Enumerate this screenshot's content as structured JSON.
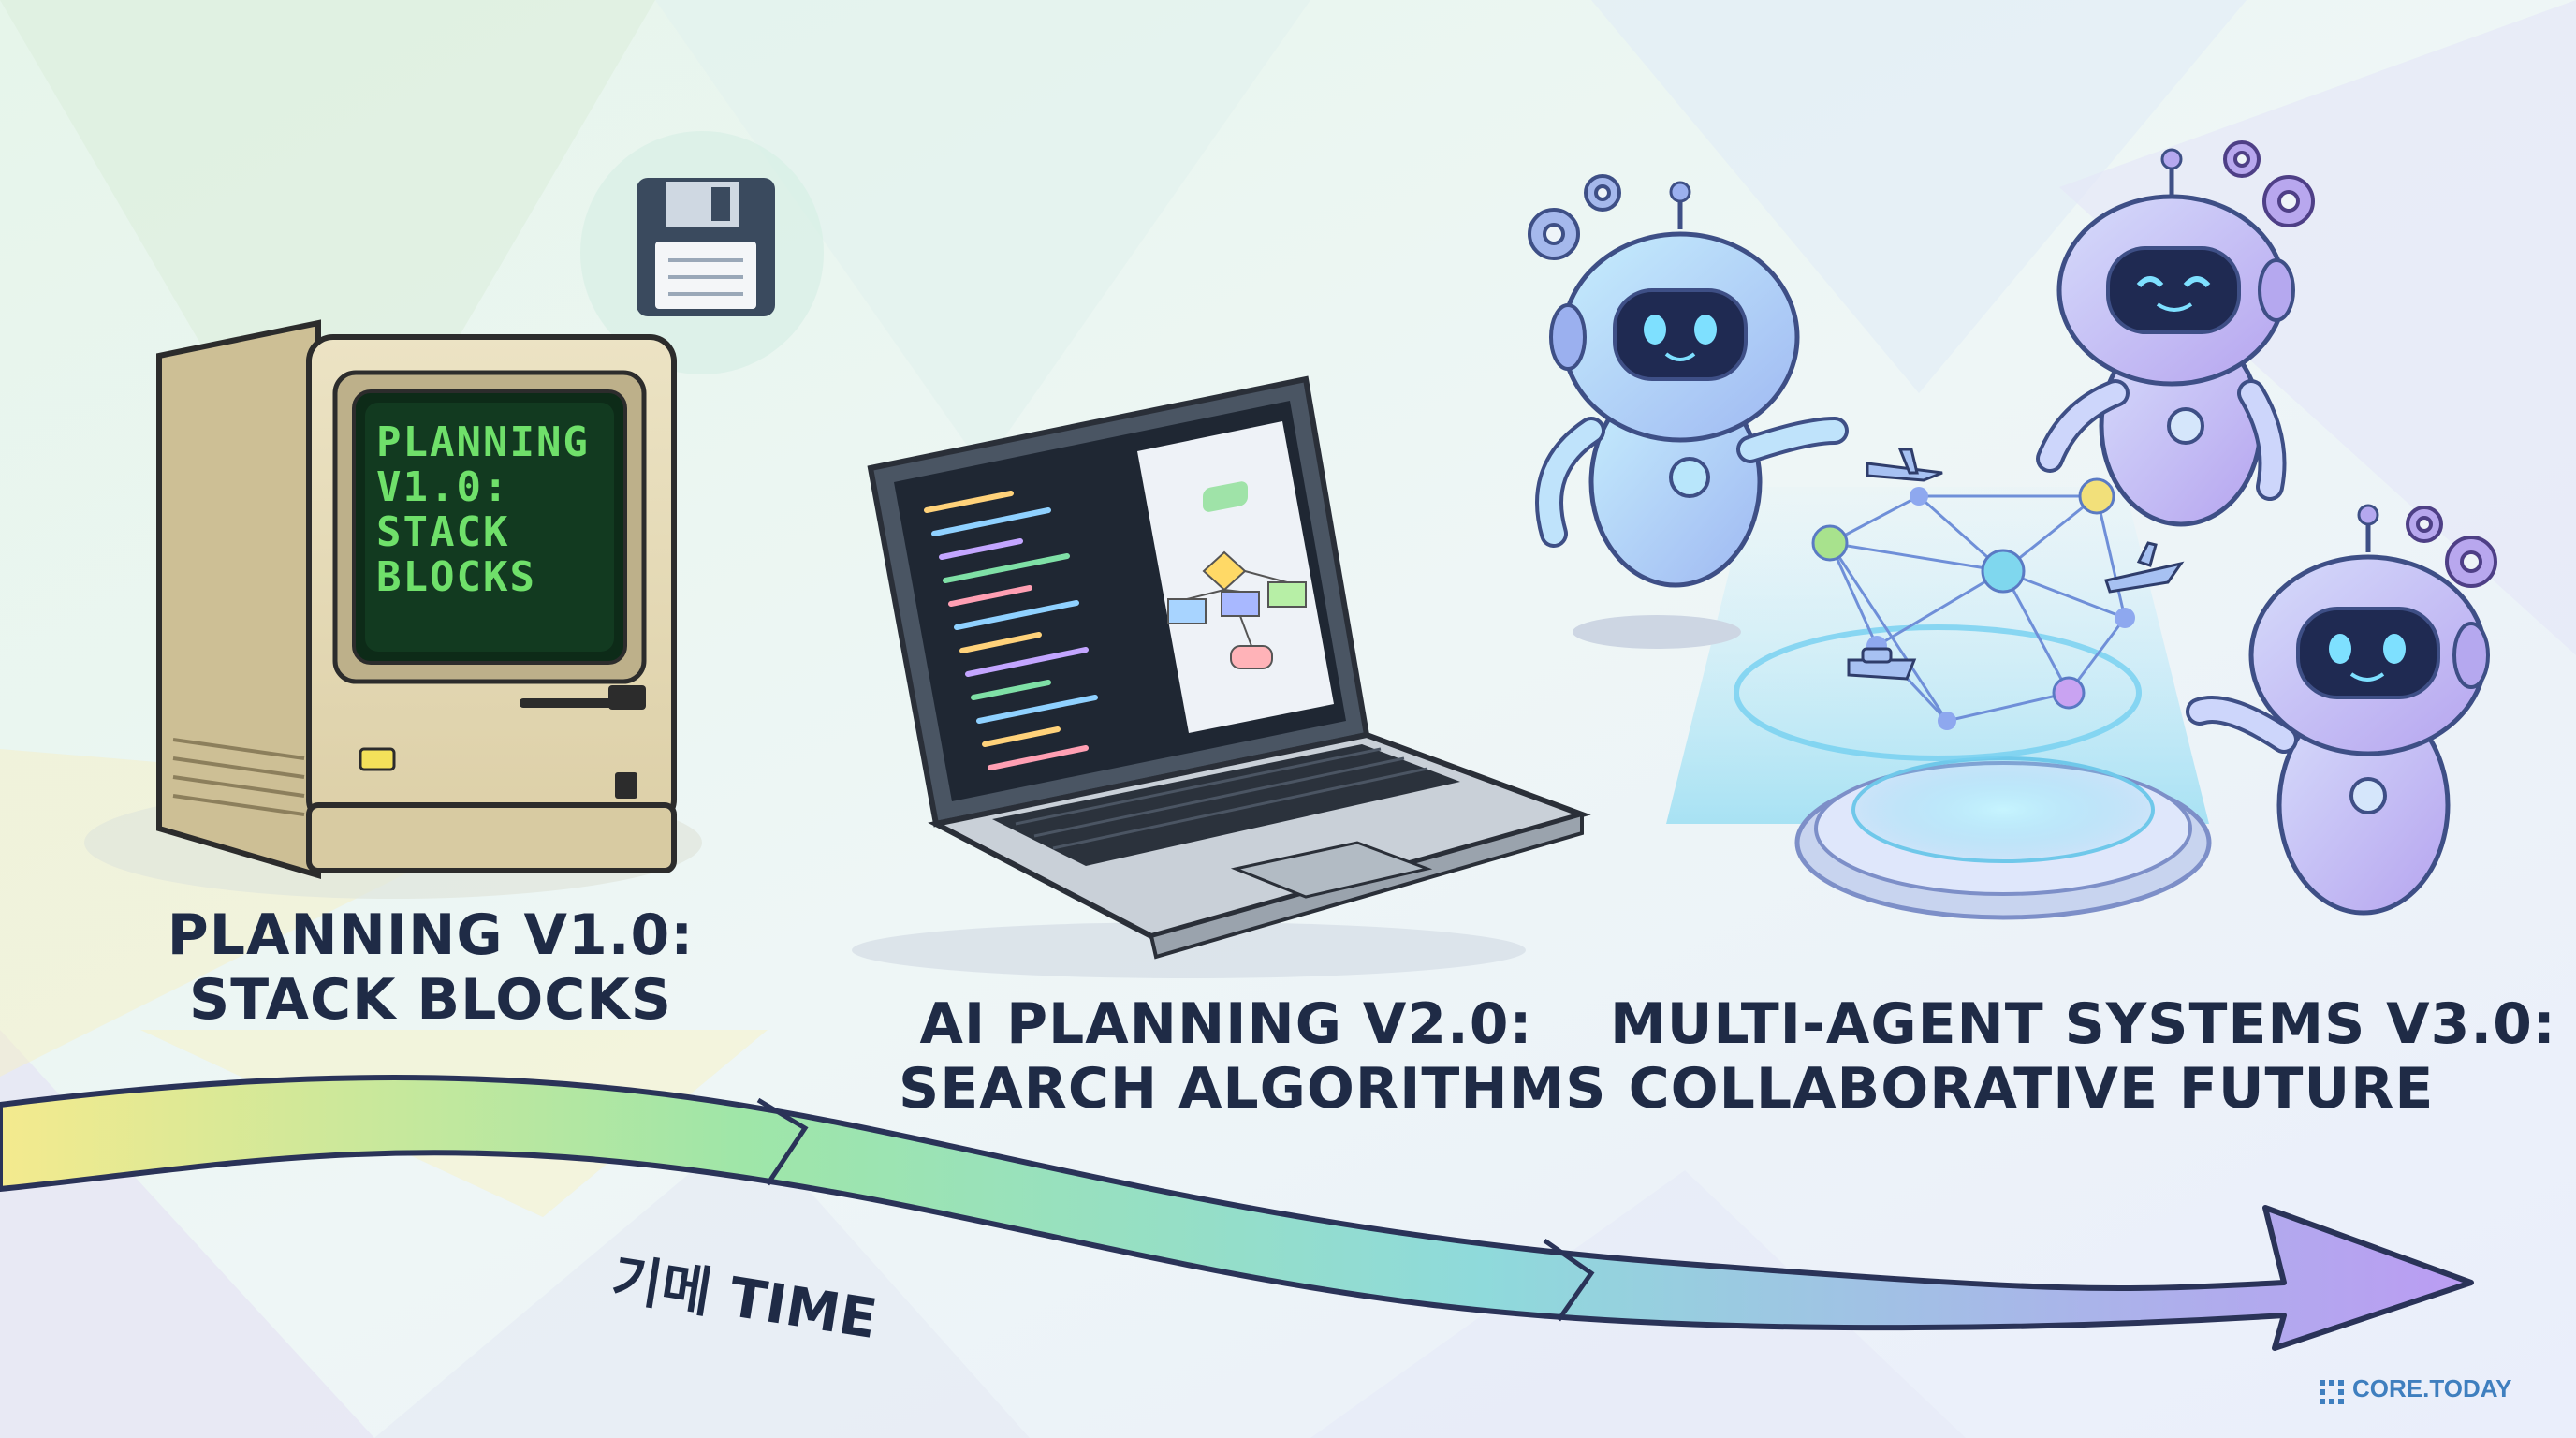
{
  "eras": [
    {
      "line1": "PLANNING V1.0:",
      "line2": "STACK BLOCKS"
    },
    {
      "line1": "AI PLANNING V2.0:",
      "line2": "SEARCH ALGORITHMS"
    },
    {
      "line1": "MULTI-AGENT SYSTEMS V3.0:",
      "line2": "COLLABORATIVE FUTURE"
    }
  ],
  "screen": {
    "l1": "PLANNING",
    "l2": "V1.0:",
    "l3": "STACK",
    "l4": "BLOCKS"
  },
  "axis": {
    "label": "기메 TIME"
  },
  "brand": {
    "name": "CORE.TODAY"
  },
  "colors": {
    "arrow_start": "#f3e98a",
    "arrow_mid": "#93e3b3",
    "arrow_end": "#b99af2",
    "crt_text": "#6fe06a",
    "label": "#1f2b46"
  }
}
